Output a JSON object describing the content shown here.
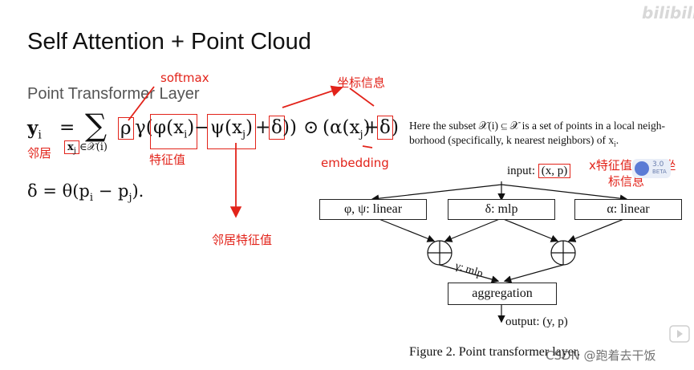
{
  "slide": {
    "title": "Self Attention + Point Cloud",
    "subtitle": "Point Transformer Layer"
  },
  "formula": {
    "lhs": "y",
    "lhs_sub": "i",
    "eq": "=",
    "sum": "∑",
    "sum_sub": "x",
    "sum_sub_j": "j",
    "sum_sub_rest": "∈𝒳(i)",
    "rho": "ρ",
    "paren_open": "(",
    "gamma": "γ(",
    "phi": "φ(x",
    "phi_sub": "i",
    "phi_close": ")",
    "minus": "−",
    "psi": "ψ(x",
    "psi_sub": "j",
    "psi_close": ")",
    "plus": "+",
    "delta": "δ",
    "close_paren": "))",
    "odot": "⊙",
    "alpha": "(α(x",
    "alpha_sub": "j",
    "alpha_close": ")",
    "plus2": "+",
    "delta2": "δ",
    "final_close": ")",
    "delta_def": "δ = θ(p",
    "delta_def_i": "i",
    "delta_def_minus": " − p",
    "delta_def_j": "j",
    "delta_def_end": ")."
  },
  "annotations": {
    "softmax": "softmax",
    "coord_info": "坐标信息",
    "neighbor": "邻居",
    "feature_value": "特征值",
    "embedding": "embedding",
    "neighbor_feature": "邻居特征值",
    "x_feature": "x特征值，p是坐",
    "x_feature_2": "标信息"
  },
  "figure": {
    "description_line1": "Here the subset 𝒳(i) ⊆ 𝒳 is a set of points in a local neigh-",
    "description_line2": "borhood (specifically, k nearest neighbors) of x",
    "description_sub": "i",
    "description_end": ".",
    "input_label": "input:",
    "input_value": "(x, p)",
    "box_phi_psi": "φ, ψ: linear",
    "box_delta": "δ: mlp",
    "box_alpha": "α: linear",
    "gamma_label": "γ: mlp",
    "aggregation": "aggregation",
    "output": "output: (y, p)",
    "caption": "Figure 2. Point transformer layer."
  },
  "watermarks": {
    "bilibili": "bilibili",
    "csdn": "CSDN @跑着去干饭",
    "badge": "3.0",
    "badge_sub": "BETA"
  },
  "colors": {
    "annotation_red": "#e2231a",
    "title_gray": "#555555"
  }
}
